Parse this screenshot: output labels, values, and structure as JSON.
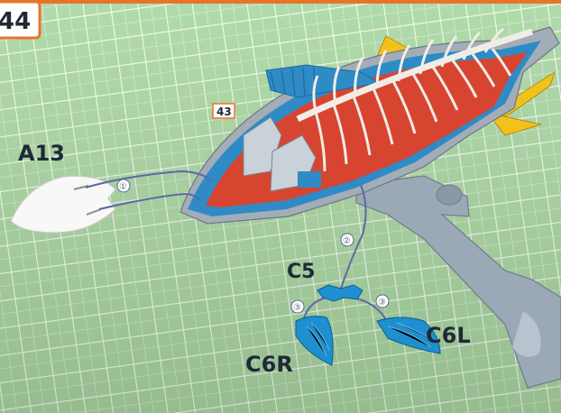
{
  "step_number": "44",
  "parts": {
    "body_tag": "43",
    "fin_left": "A13",
    "connector": "C5",
    "fin_right": "C6R",
    "fin_left_small": "C6L"
  },
  "steps": {
    "one": "①",
    "two": "②",
    "three_left": "③",
    "three_right": "③"
  },
  "colors": {
    "mat": "#a9d6a1",
    "grid": "#ffffff",
    "accent_orange": "#e8742a",
    "body_red": "#d74530",
    "body_blue": "#2e8bc6",
    "bone": "#f1ede6",
    "fin_yellow": "#f2c21c",
    "stand_grey": "#9ba9b6",
    "part_blue": "#1e8fd0",
    "guide_line": "#5c68a8"
  }
}
